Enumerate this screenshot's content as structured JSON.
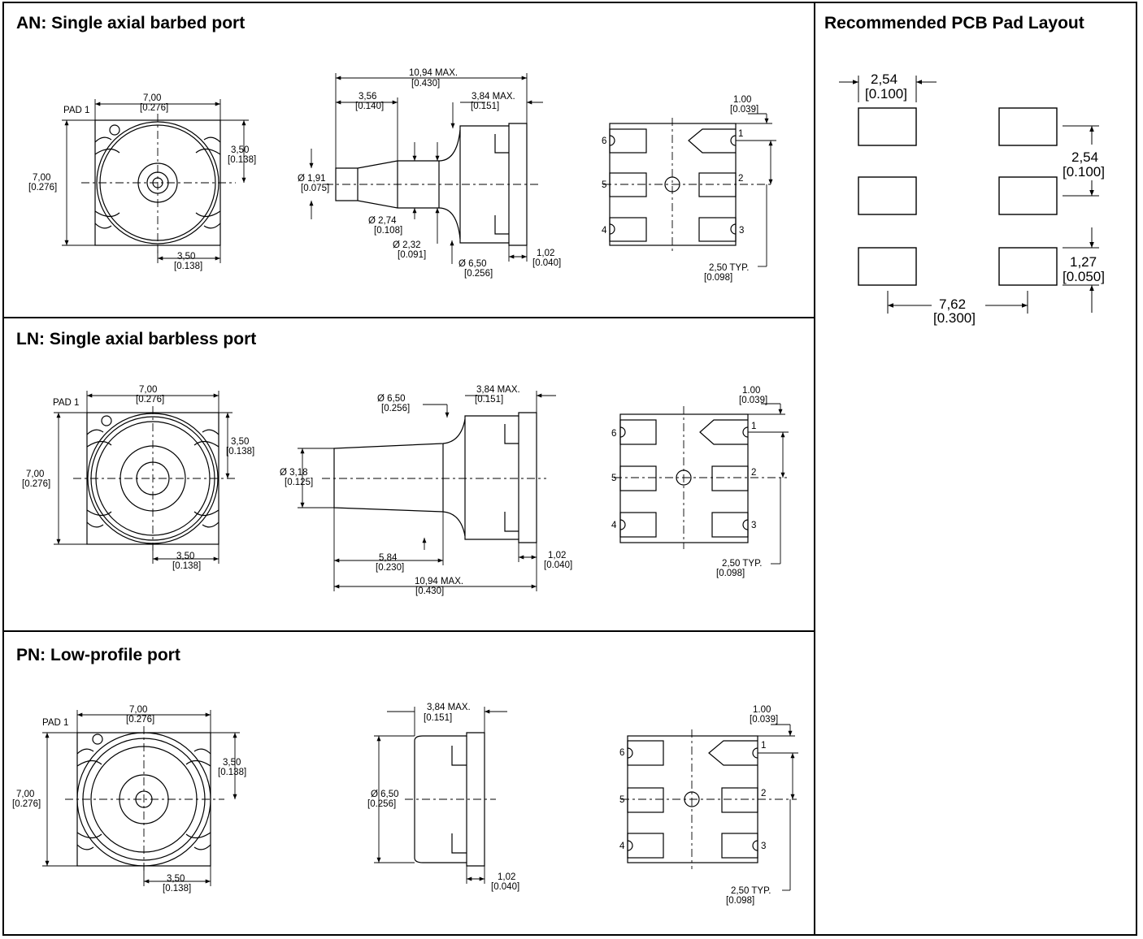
{
  "panels": {
    "an": {
      "title": "AN: Single axial barbed port",
      "top": {
        "pad1": "PAD 1",
        "w_mm": "7,00",
        "w_in": "[0.276]",
        "h_mm": "7,00",
        "h_in": "[0.276]",
        "half_h_mm": "3,50",
        "half_h_in": "[0.138]",
        "half_w_mm": "3,50",
        "half_w_in": "[0.138]"
      },
      "side": {
        "len_mm": "10,94 MAX.",
        "len_in": "[0.430]",
        "barb_mm": "3,56",
        "barb_in": "[0.140]",
        "body_mm": "3,84 MAX.",
        "body_in": "[0.151]",
        "tip_mm": "Ø 1,91",
        "tip_in": "[0.075]",
        "d2_mm": "Ø 2,74",
        "d2_in": "[0.108]",
        "d3_mm": "Ø 2,32",
        "d3_in": "[0.091]",
        "d4_mm": "Ø 6,50",
        "d4_in": "[0.256]",
        "flange_mm": "1,02",
        "flange_in": "[0.040]"
      },
      "bottom": {
        "edge_mm": "1.00",
        "edge_in": "[0.039]",
        "pitch_mm": "2,50 TYP.",
        "pitch_in": "[0.098]",
        "pins": [
          "1",
          "2",
          "3",
          "4",
          "5",
          "6"
        ]
      }
    },
    "ln": {
      "title": "LN: Single axial barbless port",
      "top": {
        "pad1": "PAD 1",
        "w_mm": "7,00",
        "w_in": "[0.276]",
        "h_mm": "7,00",
        "h_in": "[0.276]",
        "half_h_mm": "3,50",
        "half_h_in": "[0.138]",
        "half_w_mm": "3,50",
        "half_w_in": "[0.138]"
      },
      "side": {
        "d4_mm": "Ø 6,50",
        "d4_in": "[0.256]",
        "body_mm": "3,84 MAX.",
        "body_in": "[0.151]",
        "tube_mm": "Ø 3,18",
        "tube_in": "[0.125]",
        "tube_len_mm": "5,84",
        "tube_len_in": "[0.230]",
        "len_mm": "10,94 MAX.",
        "len_in": "[0.430]",
        "flange_mm": "1,02",
        "flange_in": "[0.040]"
      },
      "bottom": {
        "edge_mm": "1.00",
        "edge_in": "[0.039]",
        "pitch_mm": "2,50 TYP.",
        "pitch_in": "[0.098]",
        "pins": [
          "1",
          "2",
          "3",
          "4",
          "5",
          "6"
        ]
      }
    },
    "pn": {
      "title": "PN: Low-profile port",
      "top": {
        "pad1": "PAD 1",
        "w_mm": "7,00",
        "w_in": "[0.276]",
        "h_mm": "7,00",
        "h_in": "[0.276]",
        "half_h_mm": "3,50",
        "half_h_in": "[0.138]",
        "half_w_mm": "3,50",
        "half_w_in": "[0.138]"
      },
      "side": {
        "body_mm": "3,84 MAX.",
        "body_in": "[0.151]",
        "d4_mm": "Ø 6,50",
        "d4_in": "[0.256]",
        "flange_mm": "1,02",
        "flange_in": "[0.040]"
      },
      "bottom": {
        "edge_mm": "1.00",
        "edge_in": "[0.039]",
        "pitch_mm": "2,50 TYP.",
        "pitch_in": "[0.098]",
        "pins": [
          "1",
          "2",
          "3",
          "4",
          "5",
          "6"
        ]
      }
    },
    "pcb": {
      "title": "Recommended PCB Pad Layout",
      "pad_w_mm": "2,54",
      "pad_w_in": "[0.100]",
      "pitch_mm": "2,54",
      "pitch_in": "[0.100]",
      "pad_h_mm": "1,27",
      "pad_h_in": "[0.050]",
      "span_mm": "7,62",
      "span_in": "[0.300]"
    }
  }
}
